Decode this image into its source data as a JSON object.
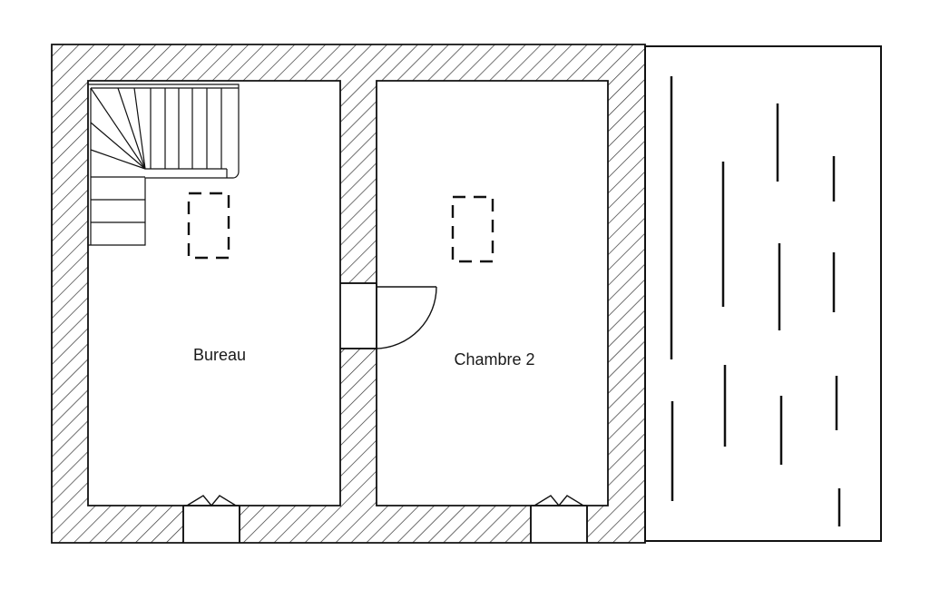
{
  "rooms": [
    {
      "id": "bureau",
      "label": "Bureau"
    },
    {
      "id": "chambre-2",
      "label": "Chambre 2"
    }
  ],
  "colors": {
    "line": "#111111",
    "background": "#ffffff"
  }
}
